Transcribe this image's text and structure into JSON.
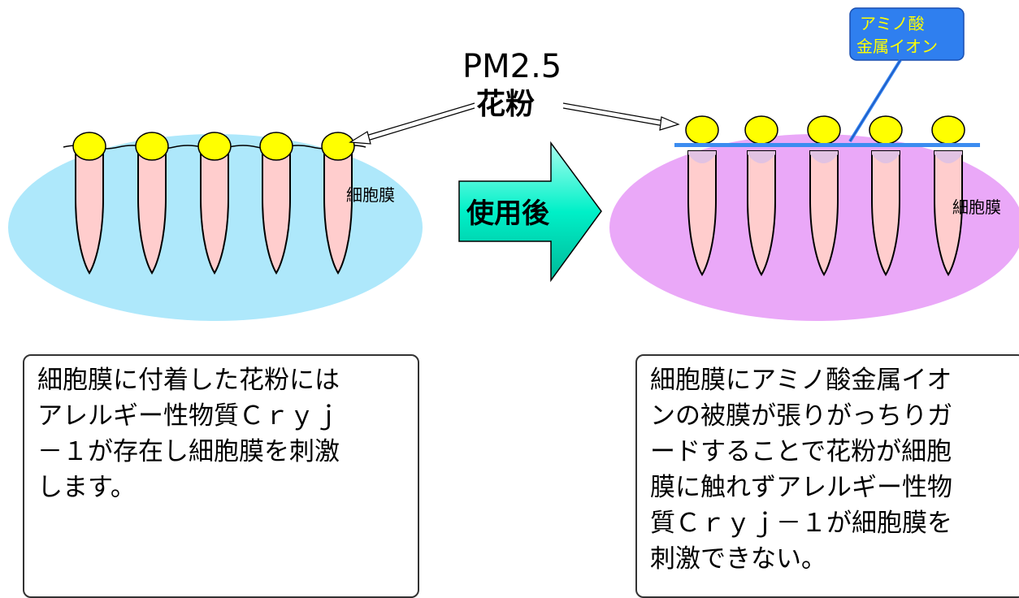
{
  "labels": {
    "pm25": "PM2.5",
    "pollen": "花粉",
    "membrane_left": "細胞膜",
    "membrane_right": "細胞膜",
    "after_use": "使用後",
    "callout_line1": "アミノ酸",
    "callout_line2": "金属イオン"
  },
  "descriptions": {
    "left": "細胞膜に付着した花粉には\nアレルギー性物質Ｃｒｙｊ\n－１が存在し細胞膜を刺激\nします。",
    "right": "細胞膜にアミノ酸金属イオ\nンの被膜が張りがっちりガ\nードすることで花粉が細胞\n膜に触れずアレルギー性物\n質Ｃｒｙｊ－１が細胞膜を\n刺激できない。"
  },
  "colors": {
    "left_ellipse": "#aee8fb",
    "right_ellipse": "#eaa8f8",
    "cell": "#ffcdcd",
    "pollen": "#ffff00",
    "arrow": "#00f0c8",
    "coating": "#3c8cf0",
    "callout": "#2f7fef"
  }
}
